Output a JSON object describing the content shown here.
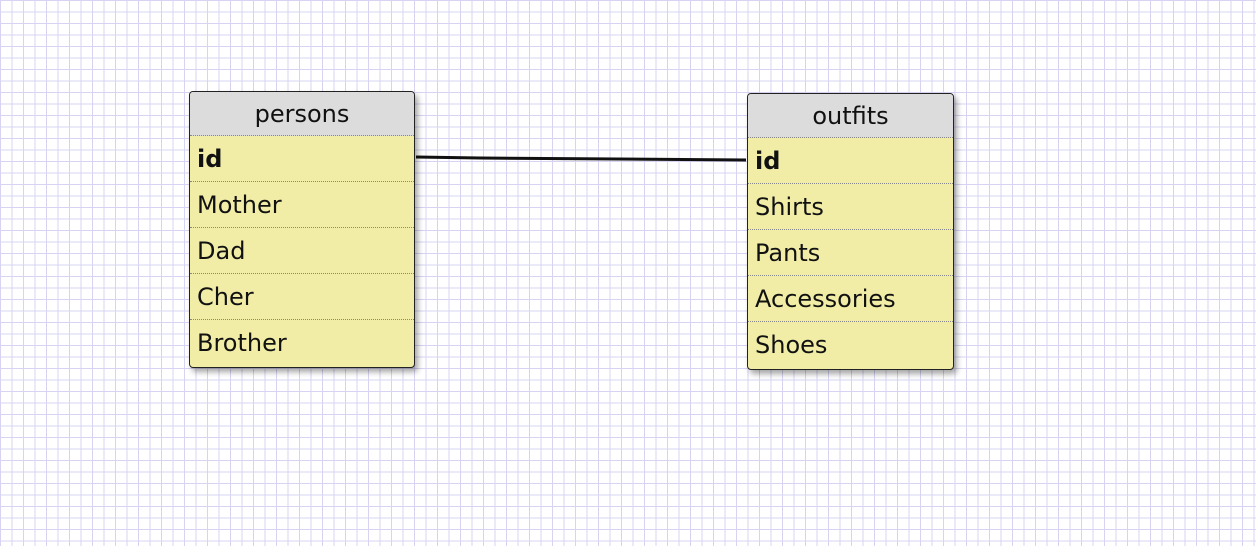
{
  "tables": [
    {
      "name": "persons",
      "fields": [
        {
          "label": "id",
          "key": true
        },
        {
          "label": "Mother",
          "key": false
        },
        {
          "label": "Dad",
          "key": false
        },
        {
          "label": "Cher",
          "key": false
        },
        {
          "label": "Brother",
          "key": false
        }
      ]
    },
    {
      "name": "outfits",
      "fields": [
        {
          "label": "id",
          "key": true
        },
        {
          "label": "Shirts",
          "key": false
        },
        {
          "label": "Pants",
          "key": false
        },
        {
          "label": "Accessories",
          "key": false
        },
        {
          "label": "Shoes",
          "key": false
        }
      ]
    }
  ],
  "relationships": [
    {
      "from_table": "persons",
      "from_field": "id",
      "to_table": "outfits",
      "to_field": "id"
    }
  ],
  "colors": {
    "table_body": "#f1eda7",
    "table_header": "#dcdcdc",
    "grid": "#d6d4f2",
    "line": "#111111"
  }
}
